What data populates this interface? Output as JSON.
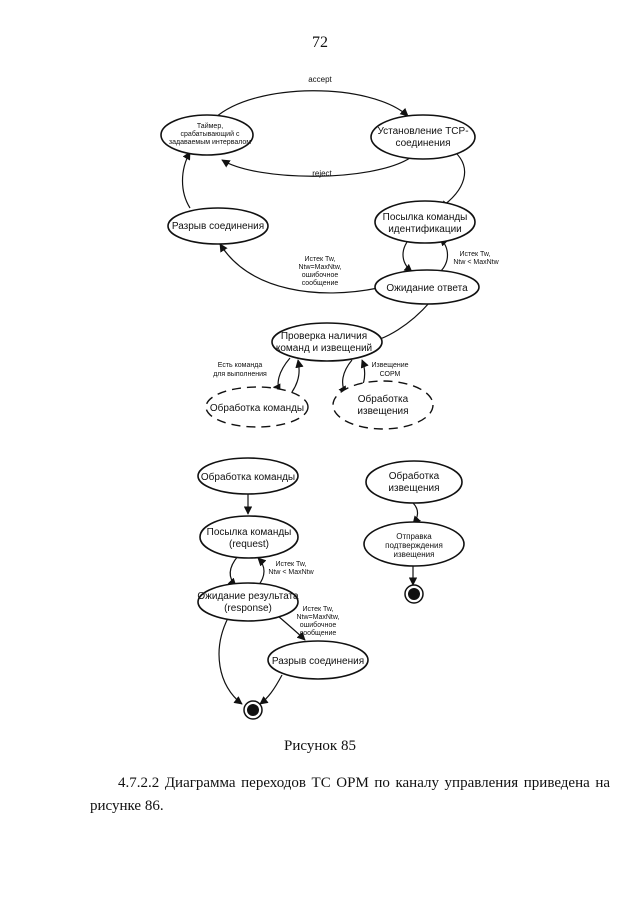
{
  "page_number": "72",
  "caption": "Рисунок 85",
  "paragraph": "4.7.2.2 Диаграмма переходов ТС ОРМ по каналу управления приведена на рисунке 86.",
  "diagram1": {
    "nodes": {
      "timer": [
        "Таймер,",
        "срабатывающий с",
        "задаваемым интервалом"
      ],
      "tcp": [
        "Установление TCP-",
        "соединения"
      ],
      "break": [
        "Разрыв соединения"
      ],
      "ident": [
        "Посылка команды",
        "идентификации"
      ],
      "wait": [
        "Ожидание ответа"
      ],
      "check": [
        "Проверка наличия",
        "команд и извещений"
      ],
      "cmd": [
        "Обработка команды"
      ],
      "notice": [
        "Обработка",
        "извещения"
      ]
    },
    "edges": {
      "accept": "accept",
      "reject": "reject",
      "tw1": [
        "Истек Tw,",
        "Ntw < MaxNtw"
      ],
      "tw2": [
        "Истек Tw,",
        "Ntw=MaxNtw,",
        "ошибочное",
        "сообщение"
      ],
      "has_cmd": [
        "Есть команда",
        "для выполнения"
      ],
      "notice_orm": [
        "Извещение",
        "СОРМ"
      ]
    }
  },
  "diagram2": {
    "nodes": {
      "cmd": [
        "Обработка команды"
      ],
      "send": [
        "Посылка команды",
        "(request)"
      ],
      "waitres": [
        "Ожидание результата",
        "(response)"
      ],
      "break": [
        "Разрыв соединения"
      ]
    },
    "edges": {
      "tw1": [
        "Истек Tw,",
        "Ntw < MaxNtw"
      ],
      "tw2": [
        "Истек Tw,",
        "Ntw=MaxNtw,",
        "ошибочное",
        "сообщение"
      ]
    }
  },
  "diagram3": {
    "nodes": {
      "notice": [
        "Обработка",
        "извещения"
      ],
      "confirm": [
        "Отправка",
        "подтверждения",
        "извещения"
      ]
    }
  }
}
